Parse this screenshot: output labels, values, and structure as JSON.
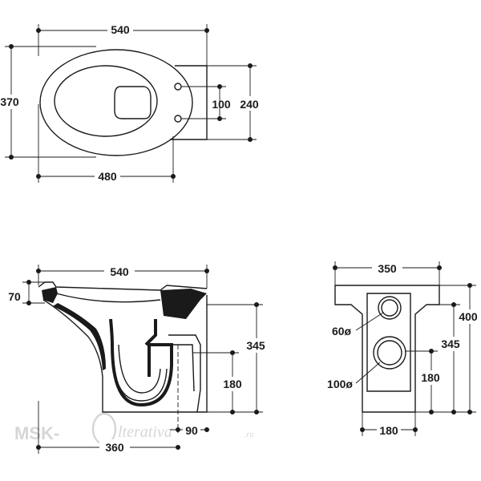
{
  "dimensions": {
    "top_view": {
      "width_total": "540",
      "depth": "370",
      "bowl_width": "480",
      "fix_spacing": "100",
      "tank_width": "240"
    },
    "side_view": {
      "width_total": "540",
      "rim_height": "70",
      "height": "345",
      "outlet_height": "180",
      "outlet_distance": "360",
      "outlet_offset": "90"
    },
    "front_view": {
      "width": "350",
      "height_total": "400",
      "height": "345",
      "outlet_height": "180",
      "base_width": "180",
      "inlet_diameter": "60ø",
      "outlet_diameter": "100ø"
    }
  },
  "watermark": {
    "prefix": "MSK-",
    "script": "lterativa",
    "suffix": ".ru"
  }
}
